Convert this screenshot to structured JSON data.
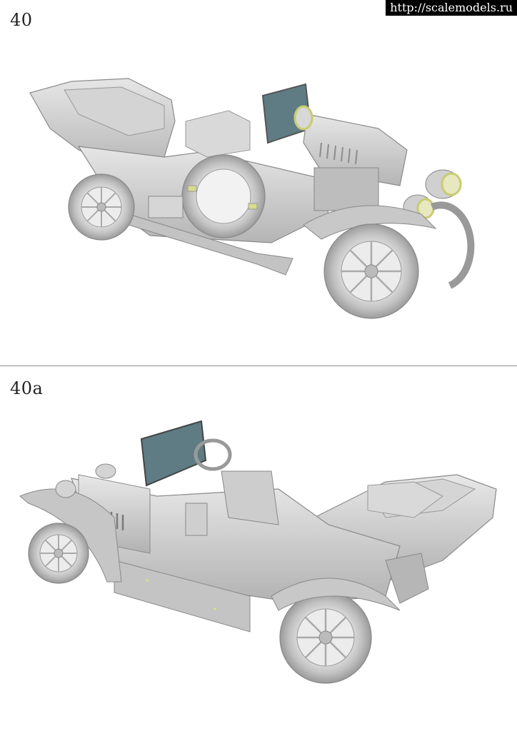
{
  "steps": [
    {
      "number": "40"
    },
    {
      "number": "40a"
    }
  ],
  "watermark": "http://scalemodels.ru",
  "colors": {
    "background": "#ffffff",
    "model_gray": "#cfcfcf",
    "model_shadow": "#9a9a9a",
    "windshield": "#5f7c84",
    "lamp_rim": "#d8dc8a",
    "divider": "#8a8a8a"
  }
}
